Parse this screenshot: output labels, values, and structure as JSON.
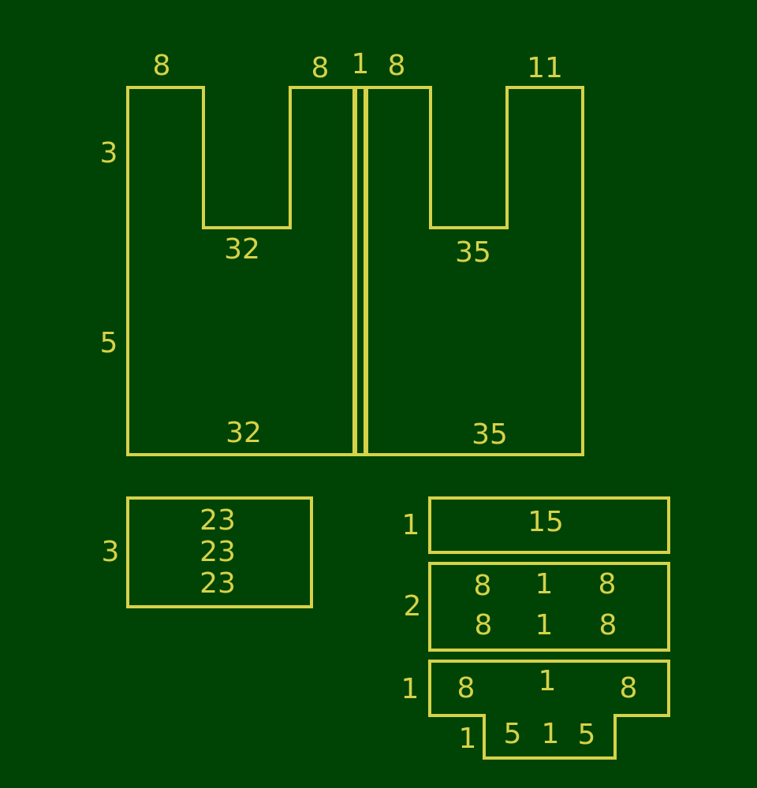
{
  "left_piece": {
    "top_left_tab": "8",
    "top_mid_tab": "8",
    "notch_bottom": "32",
    "height_upper": "3",
    "height_lower": "5",
    "base": "32"
  },
  "center_strip": {
    "width": "1"
  },
  "right_piece": {
    "top_left_tab": "8",
    "top_right_tab": "11",
    "notch_bottom": "35",
    "base": "35"
  },
  "small_rect": {
    "height": "3",
    "rows": [
      "23",
      "23",
      "23"
    ]
  },
  "strip_one": {
    "height": "1",
    "value": "15"
  },
  "strip_two": {
    "height": "2",
    "row_top": [
      "8",
      "1",
      "8"
    ],
    "row_bottom": [
      "8",
      "1",
      "8"
    ]
  },
  "stepped_piece": {
    "height_top": "1",
    "top_left": "8",
    "top_mid": "1",
    "top_right": "8",
    "height_bottom": "1",
    "bottom_left": "5",
    "bottom_mid": "1",
    "bottom_right": "5"
  }
}
